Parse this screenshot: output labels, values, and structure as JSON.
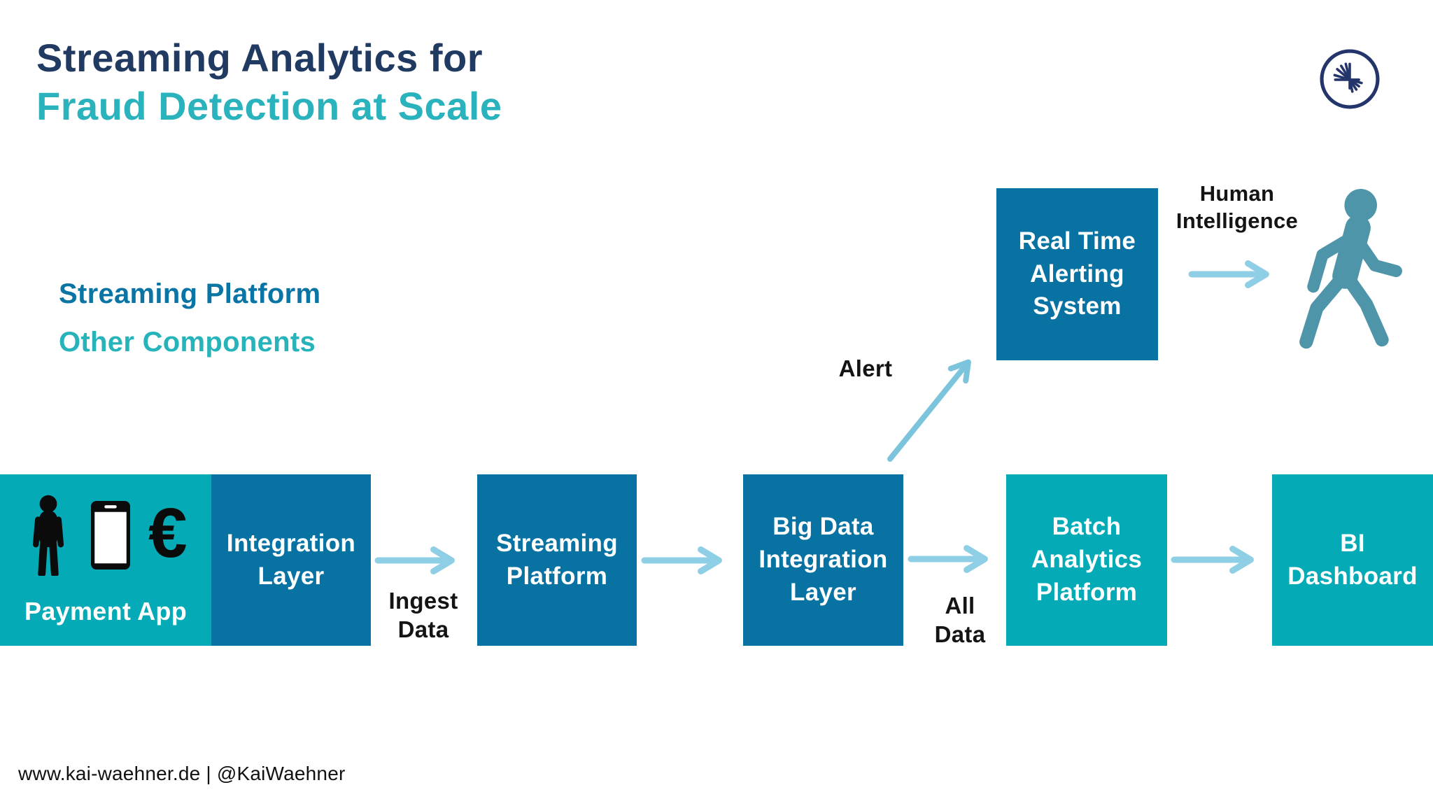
{
  "slide": {
    "title_line1": "Streaming Analytics for",
    "title_line2": "Fraud Detection at Scale",
    "footer": "www.kai-waehner.de | @KaiWaehner"
  },
  "legend": {
    "streaming_platform": "Streaming Platform",
    "other_components": "Other Components"
  },
  "nodes": {
    "payment_app": {
      "label": "Payment App",
      "category": "other-component"
    },
    "integration_layer": {
      "label": "Integration\nLayer",
      "category": "streaming-platform"
    },
    "streaming_platform": {
      "label": "Streaming\nPlatform",
      "category": "streaming-platform"
    },
    "big_data_integration_layer": {
      "label": "Big Data\nIntegration\nLayer",
      "category": "streaming-platform"
    },
    "batch_analytics_platform": {
      "label": "Batch\nAnalytics\nPlatform",
      "category": "other-component"
    },
    "bi_dashboard": {
      "label": "BI\nDashboard",
      "category": "other-component"
    },
    "real_time_alerting_system": {
      "label": "Real Time\nAlerting\nSystem",
      "category": "streaming-platform"
    },
    "human_intelligence": {
      "label": "Human\nIntelligence"
    }
  },
  "edge_labels": {
    "ingest_data": "Ingest\nData",
    "all_data": "All\nData",
    "alert": "Alert"
  },
  "icons": {
    "euro_symbol": "€",
    "payment_icons": [
      "person-icon",
      "smartphone-icon",
      "euro-icon"
    ],
    "human": "walking-person-icon",
    "logo": "confluent-starburst-icon"
  },
  "colors": {
    "title_navy": "#203A62",
    "accent_teal": "#2AB3BC",
    "box_blue": "#0873A3",
    "box_teal": "#04AAB5",
    "arrow_light_blue": "#8FCFE6",
    "arrow_diagonal_blue": "#7CC4DB",
    "human_figure": "#4E95AA",
    "label_black": "#141414"
  }
}
